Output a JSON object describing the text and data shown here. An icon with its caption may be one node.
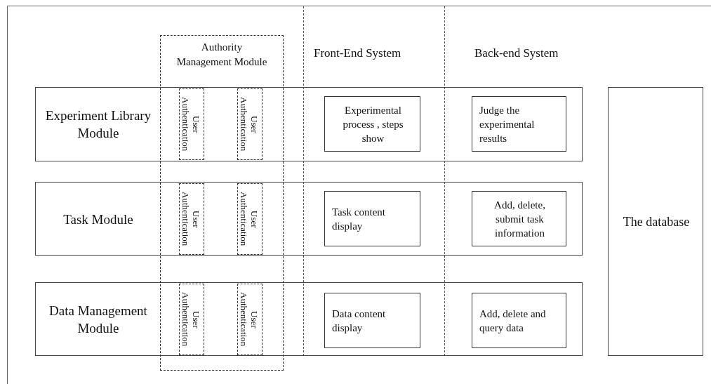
{
  "diagram": {
    "nodes": [
      {
        "text": [
          "Authority Management Module"
        ]
      },
      {
        "text": [
          "Experiment Library Module"
        ]
      },
      {
        "text": [
          "User Authentication"
        ]
      },
      {
        "text": [
          "User Authentication"
        ]
      },
      {
        "text": [
          "Experimental process , steps show"
        ],
        "in": 1
      },
      {
        "text": [
          "Judge the experimental results"
        ],
        "in": 1
      },
      {
        "text": [
          "Task Module"
        ]
      },
      {
        "text": [
          "User Authentication"
        ]
      },
      {
        "text": [
          "User Authentication"
        ]
      },
      {
        "text": [
          "Task content display"
        ],
        "in": 6
      },
      {
        "text": [
          "Add, delete, submit task information"
        ],
        "in": 6
      },
      {
        "text": [
          "Data Management Module"
        ]
      },
      {
        "text": [
          "User Authentication"
        ]
      },
      {
        "text": [
          "User Authentication"
        ]
      },
      {
        "text": [
          "Data content display"
        ],
        "in": 11
      },
      {
        "text": [
          "Add, delete and query data"
        ],
        "in": 11
      },
      {
        "text": [
          "The database"
        ]
      }
    ],
    "edges": [],
    "labels": [
      "Front-End System",
      "Back-end System"
    ]
  }
}
